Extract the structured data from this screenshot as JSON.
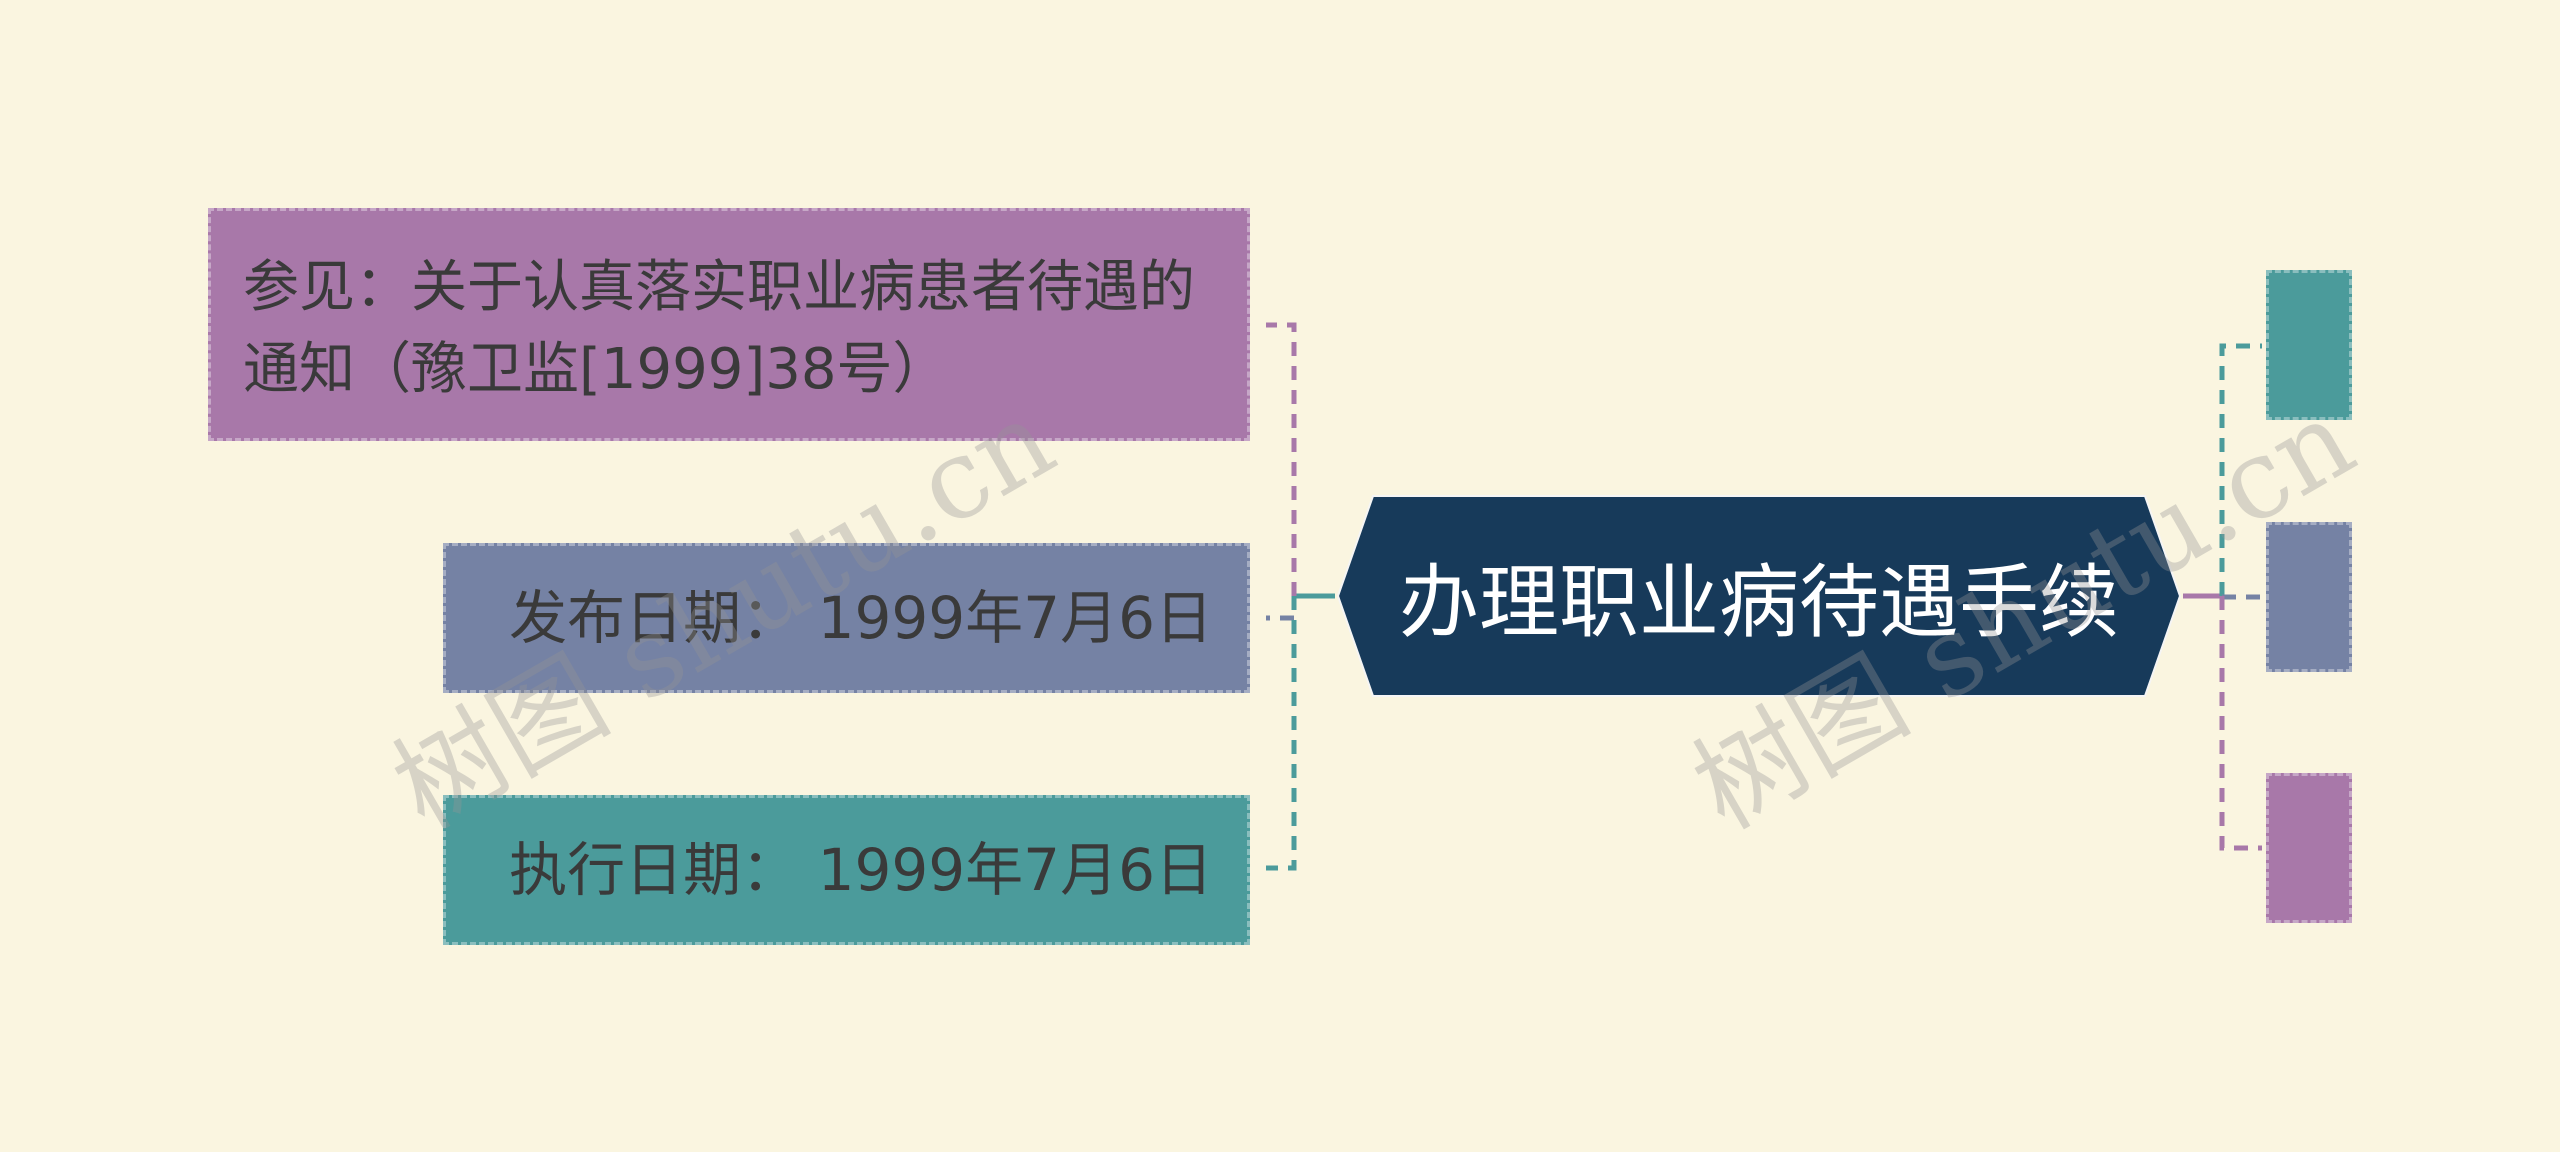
{
  "mindmap": {
    "central_topic": "办理职业病待遇手续",
    "left_branches": [
      {
        "label": "参见：关于认真落实职业病患者待遇的通知（豫卫监[1999]38号）",
        "color": "#a878a9"
      },
      {
        "label": "发布日期：  1999年7月6日",
        "color": "#7582a4"
      },
      {
        "label": "执行日期：  1999年7月6日",
        "color": "#4b9b9b"
      }
    ],
    "right_branches": [
      {
        "label": "",
        "color": "#4b9b9b"
      },
      {
        "label": "",
        "color": "#7582a4"
      },
      {
        "label": "",
        "color": "#a878a9"
      }
    ]
  },
  "colors": {
    "background": "#faf5e0",
    "central_fill": "#173a5a",
    "purple": "#a878a9",
    "slate": "#7582a4",
    "teal": "#4b9b9b"
  },
  "watermark": "树图 shutu.cn"
}
